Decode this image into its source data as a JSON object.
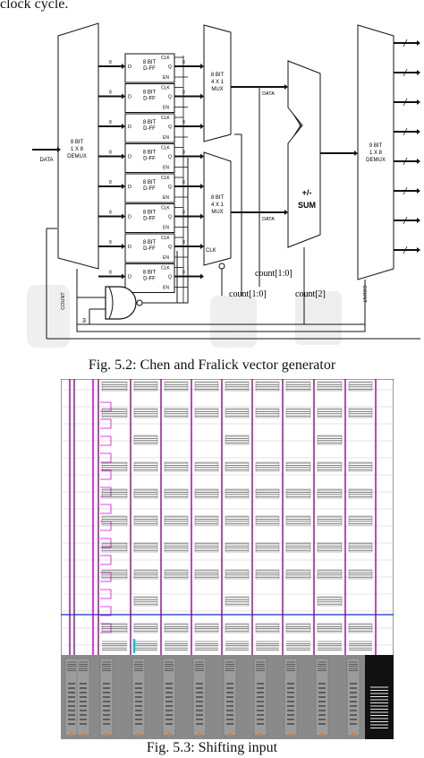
{
  "intro_text": "clock cycle.",
  "figure1": {
    "caption": "Fig. 5.2: Chen and Fralick vector generator",
    "demux_in": {
      "line1": "8 BIT",
      "line2": "1 X 8",
      "line3": "DEMUX",
      "input_label": "DATA",
      "count_label": "COUNT"
    },
    "dff": {
      "line1": "8 BIT",
      "line2": "D-FF",
      "pin_d": "D",
      "pin_clk": "CLK",
      "pin_q": "Q",
      "pin_en": "EN",
      "count": 8
    },
    "mux_top": {
      "line1": "8 BIT",
      "line2": "4 X 1",
      "line3": "MUX",
      "out_label": "DATA"
    },
    "mux_bottom": {
      "line1": "8 BIT",
      "line2": "4 X 1",
      "line3": "MUX",
      "out_label": "DATA",
      "clk_label": "CLK"
    },
    "sum": {
      "line1": "+/-",
      "line2": "SUM"
    },
    "demux_out": {
      "line1": "9 BIT",
      "line2": "1 X 8",
      "line3": "DEMUX",
      "count_label": "COUNT"
    },
    "labels": {
      "count10_a": "count[1:0]",
      "count10_b": "count[1:0]",
      "count2": "count[2]",
      "three": "3",
      "bus_width": "8"
    }
  },
  "figure2": {
    "caption": "Fig. 5.3: Shifting input"
  },
  "colors": {
    "grid_purple": "#8a0a8a",
    "magenta": "#e000e0",
    "blue_line": "#1a2cc8",
    "cyan": "#00c8e0",
    "panel_gray": "#8a8a8a"
  }
}
